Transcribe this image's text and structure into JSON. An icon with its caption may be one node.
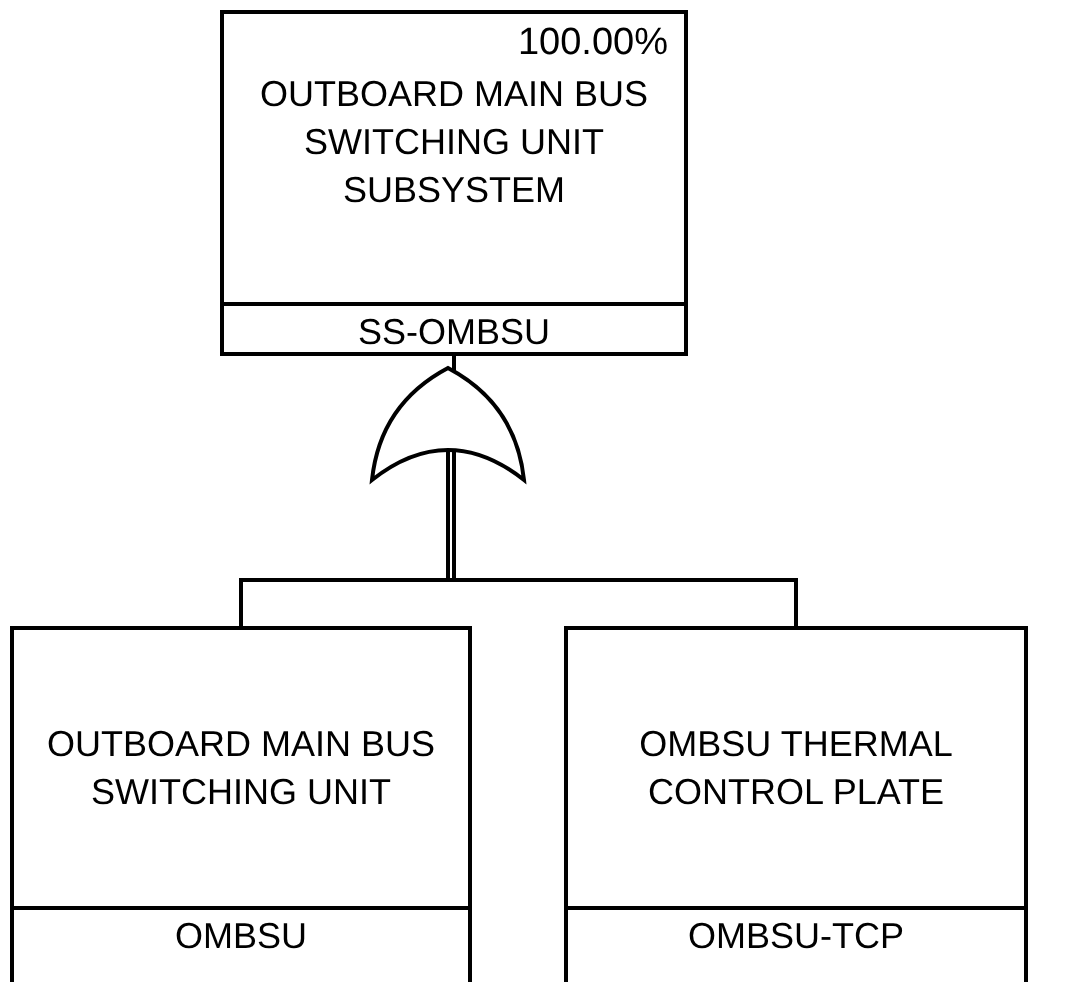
{
  "diagram": {
    "nodes": [
      {
        "text": [
          "100.00%",
          "OUTBOARD MAIN BUS SWITCHING UNIT SUBSYSTEM",
          "SS-OMBSU"
        ]
      },
      {
        "text": [],
        "shape": "gate"
      },
      {
        "text": [
          "OUTBOARD MAIN BUS SWITCHING UNIT",
          "OMBSU"
        ]
      },
      {
        "text": [
          "OMBSU THERMAL CONTROL PLATE",
          "OMBSU-TCP"
        ]
      }
    ],
    "edges": [
      {
        "from": 0,
        "to": 1,
        "arrow": "none"
      },
      {
        "from": 1,
        "to": 2,
        "arrow": "none"
      },
      {
        "from": 1,
        "to": 3,
        "arrow": "none"
      }
    ]
  }
}
